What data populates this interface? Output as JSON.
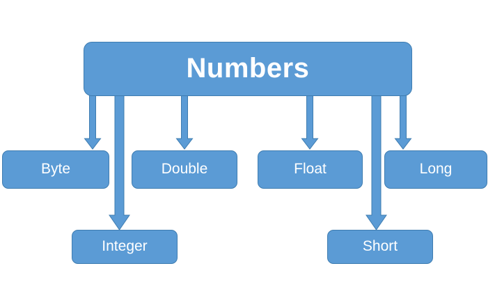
{
  "diagram": {
    "title_node": {
      "label": "Numbers",
      "name": "node-numbers"
    },
    "palette": {
      "fill": "#5B9BD5",
      "stroke": "#3E7CB0",
      "text": "#FFFFFF",
      "background": "#FFFFFF"
    },
    "children": [
      {
        "label": "Byte",
        "name": "node-byte",
        "row": 1
      },
      {
        "label": "Double",
        "name": "node-double",
        "row": 1
      },
      {
        "label": "Float",
        "name": "node-float",
        "row": 1
      },
      {
        "label": "Long",
        "name": "node-long",
        "row": 1
      },
      {
        "label": "Integer",
        "name": "node-integer",
        "row": 2
      },
      {
        "label": "Short",
        "name": "node-short",
        "row": 2
      }
    ],
    "connectors": [
      {
        "name": "arrow-numbers-to-byte",
        "from": "Numbers",
        "to": "Byte"
      },
      {
        "name": "arrow-numbers-to-integer",
        "from": "Numbers",
        "to": "Integer"
      },
      {
        "name": "arrow-numbers-to-double",
        "from": "Numbers",
        "to": "Double"
      },
      {
        "name": "arrow-numbers-to-float",
        "from": "Numbers",
        "to": "Float"
      },
      {
        "name": "arrow-numbers-to-short",
        "from": "Numbers",
        "to": "Short"
      },
      {
        "name": "arrow-numbers-to-long",
        "from": "Numbers",
        "to": "Long"
      }
    ]
  }
}
